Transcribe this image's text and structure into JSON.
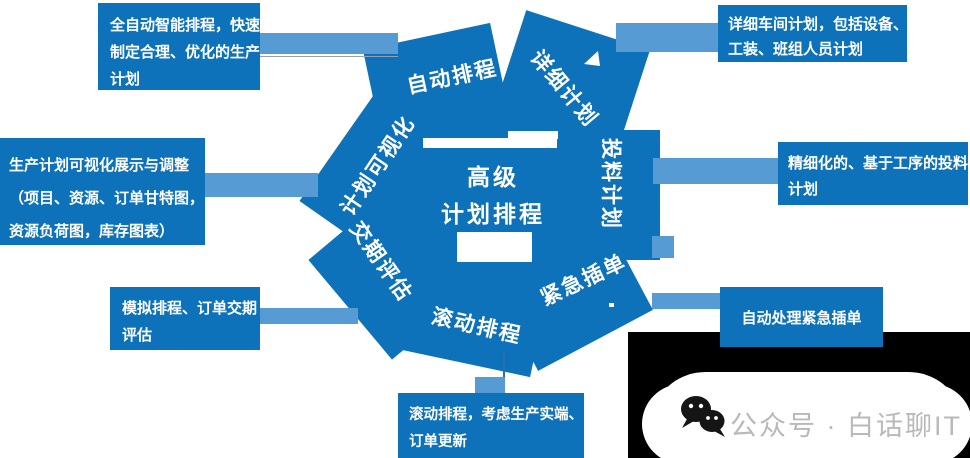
{
  "diagram_title_lines": [
    "高级",
    "计划排程"
  ],
  "ring": {
    "segments": [
      {
        "label": "自动排程"
      },
      {
        "label": "详细计划"
      },
      {
        "label": "投料计划"
      },
      {
        "label": "紧急插单"
      },
      {
        "label": "滚动排程"
      },
      {
        "label": "交期评估"
      },
      {
        "label": "计划可视化"
      }
    ]
  },
  "callouts": {
    "top_left": {
      "lines": [
        "全自动智能排程，快速",
        "制定合理、优化的生产",
        "计划"
      ]
    },
    "top_right": {
      "lines": [
        "详细车间计划，包括设备、",
        "工装、班组人员计划"
      ]
    },
    "left": {
      "lines": [
        "生产计划可视化展示与调整",
        "（项目、资源、订单甘特图，",
        "资源负荷图，库存图表）"
      ]
    },
    "right": {
      "lines": [
        "精细化的、基于工序的投料",
        "计划"
      ]
    },
    "bottom_left": {
      "lines": [
        "模拟排程、订单交期",
        "评估"
      ]
    },
    "bottom_right": {
      "lines": [
        "自动处理紧急插单"
      ]
    },
    "bottom_center": {
      "lines": [
        "滚动排程，考虑生产实端、",
        "订单更新"
      ]
    }
  },
  "footer": {
    "badge_text": "公众号 · 白话聊IT",
    "icon": "wechat-icon"
  },
  "colors": {
    "primary": "#0e72bb",
    "connector": "#579bd4",
    "panel": "#000000",
    "badge": "#b9b9b9"
  }
}
